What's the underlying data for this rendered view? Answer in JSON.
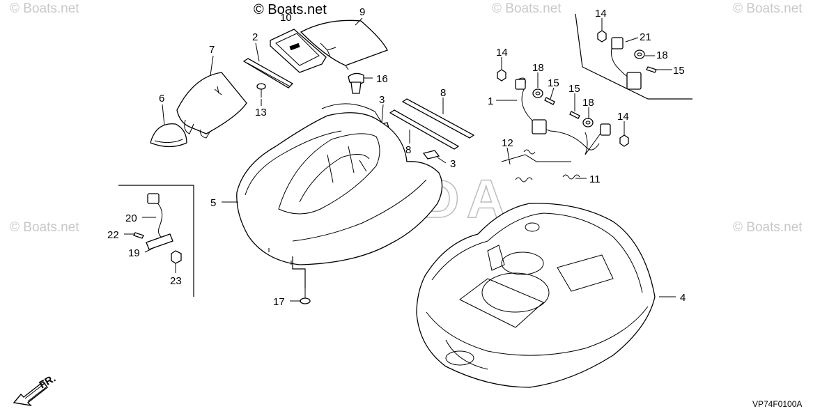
{
  "diagram": {
    "code": "VP74F0100A",
    "direction_label": "FR.",
    "watermark_text": "© Boats.net",
    "header_watermark": "© Boats.net",
    "brand_mark": "HONDA",
    "part_labels": {
      "p1": "1",
      "p2": "2",
      "p3a": "3",
      "p3b": "3",
      "p4": "4",
      "p5": "5",
      "p6": "6",
      "p7": "7",
      "p8a": "8",
      "p8b": "8",
      "p9": "9",
      "p10": "10",
      "p11": "11",
      "p12": "12",
      "p13": "13",
      "p14a": "14",
      "p14b": "14",
      "p14c": "14",
      "p15a": "15",
      "p15b": "15",
      "p15c": "15",
      "p16": "16",
      "p17": "17",
      "p18a": "18",
      "p18b": "18",
      "p18c": "18",
      "p19": "19",
      "p20": "20",
      "p21": "21",
      "p22": "22",
      "p23": "23"
    }
  }
}
